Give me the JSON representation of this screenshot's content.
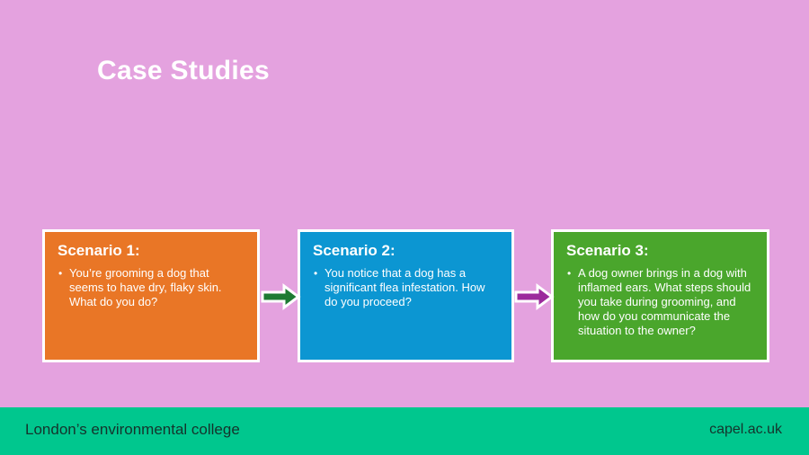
{
  "slide": {
    "title": "Case Studies",
    "background_color": "#e4a2df"
  },
  "scenarios": [
    {
      "title": "Scenario 1:",
      "bullets": [
        "You’re grooming a dog that seems to have dry, flaky skin. What do you do?"
      ],
      "color": "#e97626"
    },
    {
      "title": "Scenario 2:",
      "bullets": [
        "You notice that a dog has a significant flea infestation. How do you proceed?"
      ],
      "color": "#0c96d2"
    },
    {
      "title": "Scenario 3:",
      "bullets": [
        "A dog owner brings in a dog with inflamed ears. What steps should you take during grooming, and how do you communicate the situation to the owner?"
      ],
      "color": "#4aa62c"
    }
  ],
  "arrows": [
    {
      "name": "arrow-right-green",
      "color": "#1e7a33"
    },
    {
      "name": "arrow-right-purple",
      "color": "#9c2a9c"
    }
  ],
  "footer": {
    "tagline": "London’s environmental college",
    "website": "capel.ac.uk",
    "background_color": "#00c78e",
    "text_color": "#15332c"
  }
}
